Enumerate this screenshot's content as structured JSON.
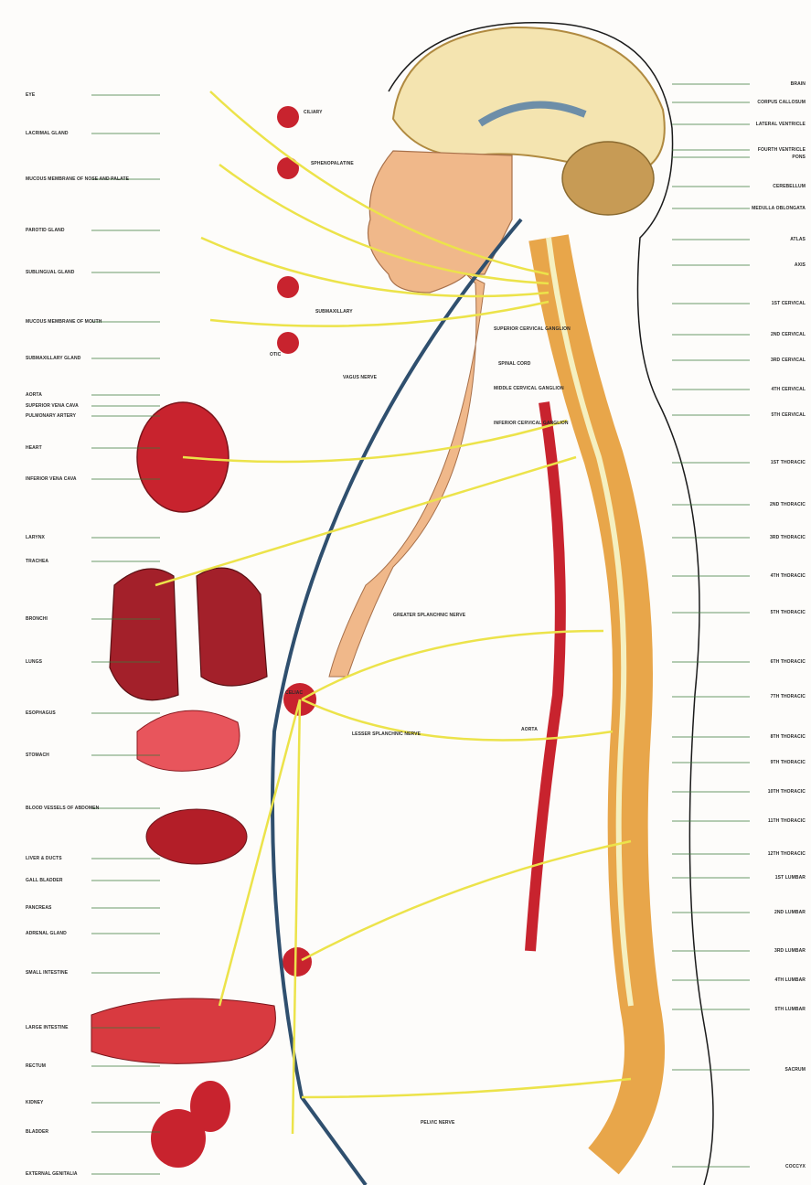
{
  "left_labels": [
    "EYE",
    "LACRIMAL GLAND",
    "MUCOUS MEMBRANE OF NOSE AND PALATE",
    "PAROTID GLAND",
    "SUBLINGUAL GLAND",
    "MUCOUS MEMBRANE OF MOUTH",
    "SUBMAXILLARY GLAND",
    "AORTA",
    "SUPERIOR VENA CAVA",
    "PULMONARY ARTERY",
    "HEART",
    "INFERIOR VENA CAVA",
    "LARYNX",
    "TRACHEA",
    "BRONCHI",
    "LUNGS",
    "ESOPHAGUS",
    "STOMACH",
    "BLOOD VESSELS OF ABDOMEN",
    "LIVER & DUCTS",
    "GALL BLADDER",
    "PANCREAS",
    "ADRENAL GLAND",
    "SMALL INTESTINE",
    "LARGE INTESTINE",
    "RECTUM",
    "KIDNEY",
    "BLADDER",
    "EXTERNAL GENITALIA"
  ],
  "right_labels": [
    "BRAIN",
    "CORPUS CALLOSUM",
    "LATERAL VENTRICLE",
    "FOURTH VENTRICLE",
    "PONS",
    "CEREBELLUM",
    "MEDULLA OBLONGATA",
    "ATLAS",
    "AXIS",
    "1ST CERVICAL",
    "2ND CERVICAL",
    "3RD CERVICAL",
    "4TH CERVICAL",
    "5TH CERVICAL",
    "1ST THORACIC",
    "2ND THORACIC",
    "3RD THORACIC",
    "4TH THORACIC",
    "5TH THORACIC",
    "6TH THORACIC",
    "7TH THORACIC",
    "8TH THORACIC",
    "9TH THORACIC",
    "10TH THORACIC",
    "11TH THORACIC",
    "12TH THORACIC",
    "1ST LUMBAR",
    "2ND LUMBAR",
    "3RD LUMBAR",
    "4TH LUMBAR",
    "5TH LUMBAR",
    "SACRUM",
    "COCCYX"
  ],
  "inner_labels": [
    "CILIARY",
    "SPHENOPALATINE",
    "OTIC",
    "SUBMAXILLARY",
    "SPINAL CORD",
    "SUPERIOR CERVICAL GANGLION",
    "MIDDLE CERVICAL GANGLION",
    "INFERIOR CERVICAL GANGLION",
    "VAGUS NERVE",
    "GREATER SPLANCHNIC NERVE",
    "LESSER SPLANCHNIC NERVE",
    "CELIAC",
    "AORTA",
    "PELVIC NERVE"
  ],
  "colors": {
    "nerve": "#ece34a",
    "vagus": "#2f4f6e",
    "bone": "#e8a64a",
    "organ": "#c8232e",
    "brain": "#f4e4b0",
    "skin": "#f0b88a"
  }
}
